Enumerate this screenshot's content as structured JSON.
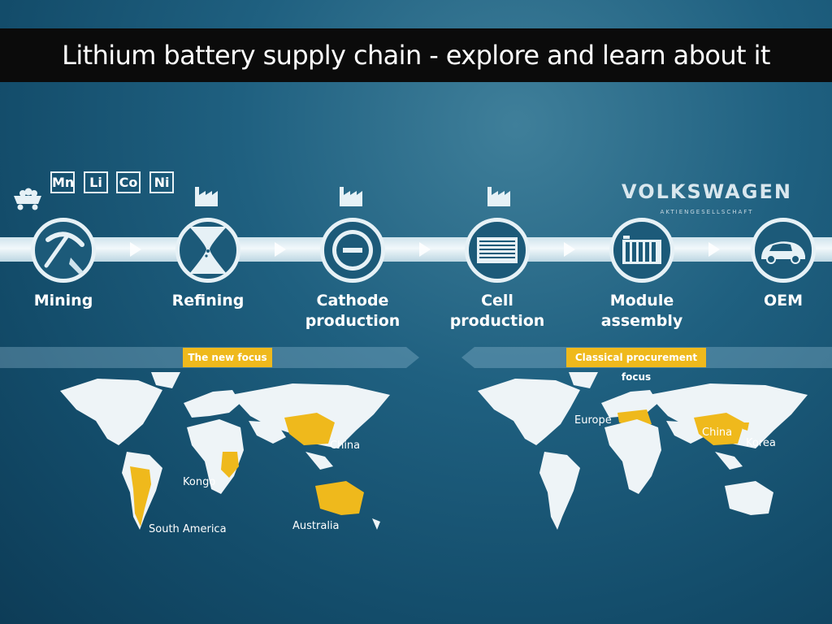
{
  "title": "Lithium battery supply chain - explore and learn about it",
  "elements": [
    "Mn",
    "Li",
    "Co",
    "Ni"
  ],
  "brand": {
    "name": "VOLKSWAGEN",
    "subtitle": "AKTIENGESELLSCHAFT"
  },
  "stages": [
    {
      "label": "Mining",
      "icon": "pickaxe-icon"
    },
    {
      "label": "Refining",
      "icon": "funnel-icon"
    },
    {
      "label": "Cathode production",
      "icon": "minus-cathode-icon"
    },
    {
      "label": "Cell production",
      "icon": "cell-stack-icon"
    },
    {
      "label": "Module assembly",
      "icon": "module-icon"
    },
    {
      "label": "OEM",
      "icon": "car-icon"
    }
  ],
  "focus": {
    "new": "The new focus",
    "classical": "Classical procurement focus"
  },
  "map_left": {
    "labels": [
      "China",
      "Kongo",
      "South America",
      "Australia"
    ]
  },
  "map_right": {
    "labels": [
      "Europe",
      "China",
      "Korea"
    ]
  },
  "colors": {
    "accent": "#efb91c",
    "background": "#1f6080",
    "title_bar": "#0b0b0b"
  }
}
